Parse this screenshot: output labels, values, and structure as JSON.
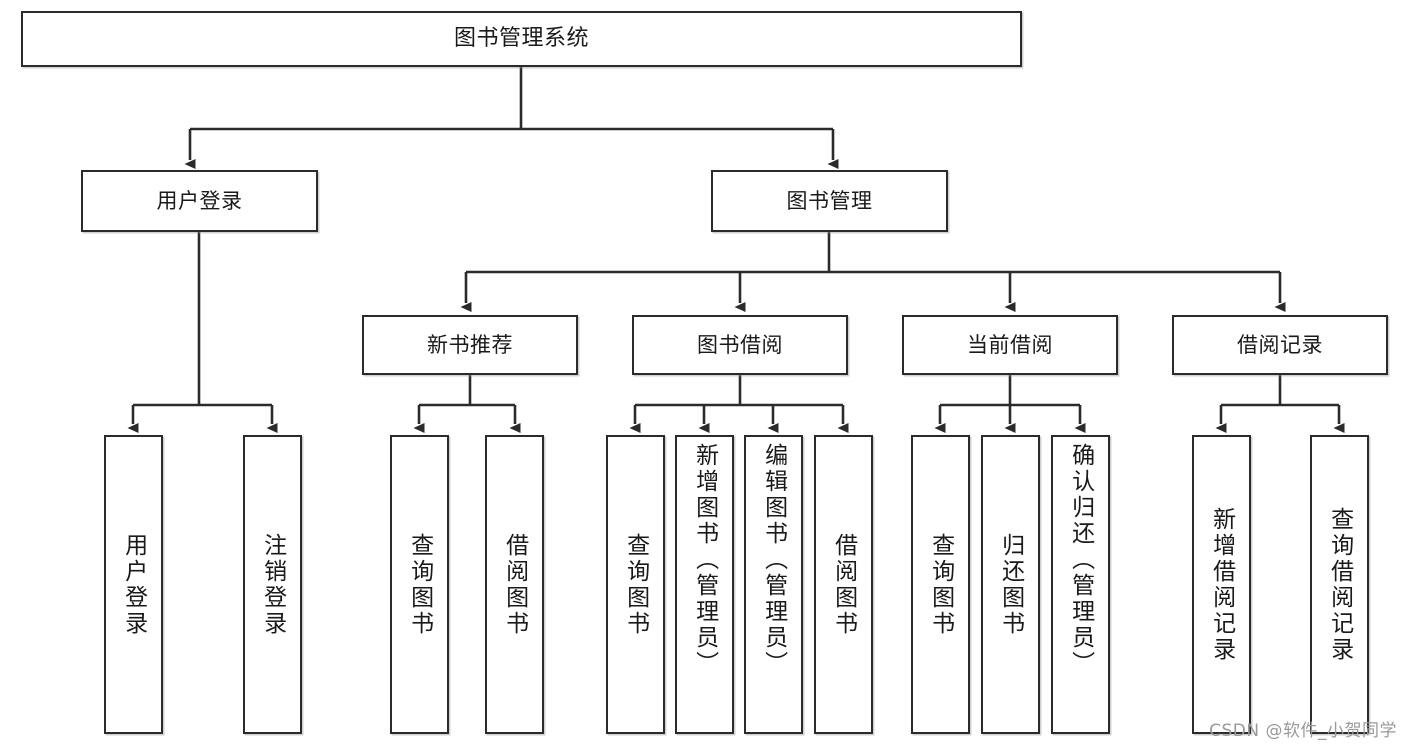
{
  "diagram": {
    "title": "图书管理系统",
    "watermark": "CSDN @软件_小贺同学",
    "colors": {
      "box_border": "#2b2b2b",
      "box_fill": "#ffffff",
      "connector": "#2b2b2b",
      "background": "#ffffff",
      "watermark": "#9a9a9a"
    },
    "levels": {
      "root": "图书管理系统",
      "level2": [
        "用户登录",
        "图书管理"
      ],
      "level3": [
        "新书推荐",
        "图书借阅",
        "当前借阅",
        "借阅记录"
      ]
    },
    "nodes": {
      "root": {
        "label": "图书管理系统"
      },
      "user_login": {
        "label": "用户登录"
      },
      "book_manage": {
        "label": "图书管理"
      },
      "new_book_rec": {
        "label": "新书推荐"
      },
      "book_borrow": {
        "label": "图书借阅"
      },
      "current_borrow": {
        "label": "当前借阅"
      },
      "borrow_record": {
        "label": "借阅记录"
      }
    },
    "leaves": {
      "user_login": [
        {
          "label": "用户登录"
        },
        {
          "label": "注销登录"
        }
      ],
      "new_book_rec": [
        {
          "label": "查询图书"
        },
        {
          "label": "借阅图书"
        }
      ],
      "book_borrow": [
        {
          "label": "查询图书"
        },
        {
          "label": "新增图书（管理员）"
        },
        {
          "label": "编辑图书（管理员）"
        },
        {
          "label": "借阅图书"
        }
      ],
      "current_borrow": [
        {
          "label": "查询图书"
        },
        {
          "label": "归还图书"
        },
        {
          "label": "确认归还（管理员）"
        }
      ],
      "borrow_record": [
        {
          "label": "新增借阅记录"
        },
        {
          "label": "查询借阅记录"
        }
      ]
    }
  }
}
